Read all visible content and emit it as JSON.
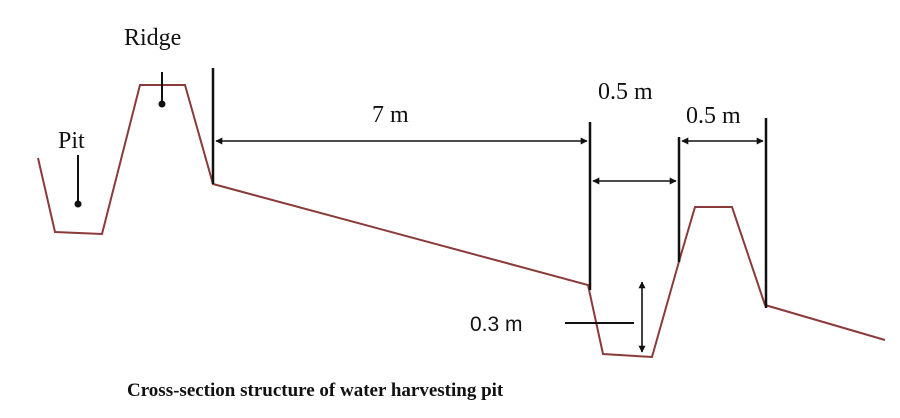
{
  "diagram": {
    "labels": {
      "ridge": "Ridge",
      "pit": "Pit",
      "spacing": "7 m",
      "pit_width": "0.5 m",
      "ridge_width": "0.5 m",
      "pit_depth": "0.3 m"
    },
    "caption": "Cross-section structure of water harvesting pit",
    "colors": {
      "terrain": "#8b3a3a",
      "lines": "#111111",
      "text": "#111111"
    }
  }
}
